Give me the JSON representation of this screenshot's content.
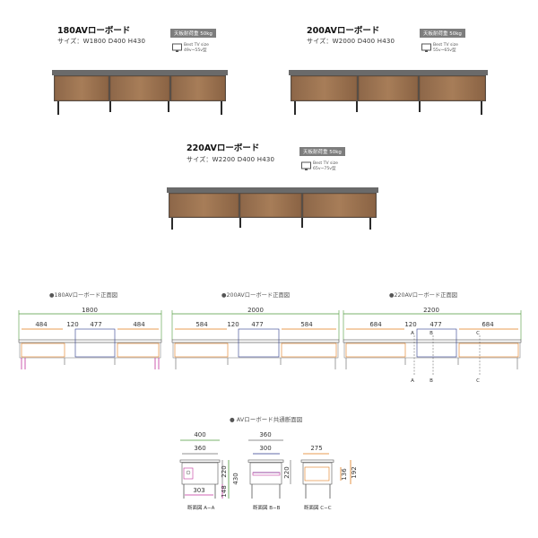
{
  "products": [
    {
      "name": "180AVローボード",
      "size": "サイズ：W1800 D400 H430",
      "load": "天板耐荷重 50kg",
      "tv_line1": "Best TV size",
      "tv_line2": "49v~55v型"
    },
    {
      "name": "200AVローボード",
      "size": "サイズ：W2000 D400 H430",
      "load": "天板耐荷重 50kg",
      "tv_line1": "Best TV size",
      "tv_line2": "55v~65v型"
    },
    {
      "name": "220AVローボード",
      "size": "サイズ：W2200 D400 H430",
      "load": "天板耐荷重 50kg",
      "tv_line1": "Best TV size",
      "tv_line2": "65v~75v型"
    }
  ],
  "front_views": [
    {
      "title": "●180AVローボード正面図",
      "total": "1800",
      "side": "484",
      "center_gap": "120",
      "center": "477"
    },
    {
      "title": "●200AVローボード正面図",
      "total": "2000",
      "side": "584",
      "center_gap": "120",
      "center": "477"
    },
    {
      "title": "●220AVローボード正面図",
      "total": "2200",
      "side": "684",
      "center_gap": "120",
      "center": "477"
    }
  ],
  "section_markers": {
    "a": "A",
    "b": "B",
    "c": "C"
  },
  "section_title": "● AVローボード共通断面図",
  "sections": [
    {
      "label": "断面図 A−A",
      "outer": "400",
      "inner": "360",
      "base": "303",
      "h_total": "430",
      "h_box": "220",
      "h_leg": "148"
    },
    {
      "label": "断面図 B−B",
      "outer": "360",
      "inner": "300",
      "h_box": "220"
    },
    {
      "label": "断面図 C−C",
      "inner": "275",
      "h_drawer": "136",
      "h_panel": "192"
    }
  ],
  "colors": {
    "wood": "#9b7352",
    "wood_dark": "#6e4d33",
    "top": "#6a6a6a",
    "leg": "#2b2b2b",
    "green": "#4f9a3c",
    "orange": "#e07b1a",
    "navy": "#2c3a8c",
    "magenta": "#c0339b",
    "pink": "#e06aa9"
  }
}
